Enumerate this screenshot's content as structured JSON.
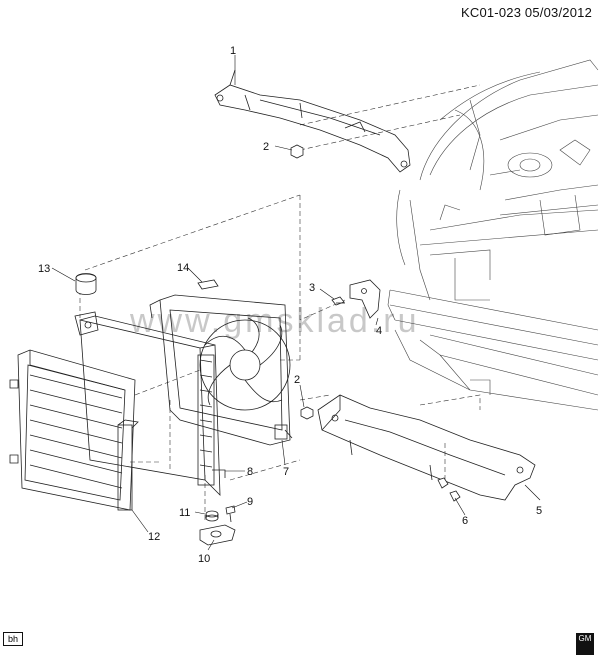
{
  "header": {
    "ref": "KC01-023  05/03/2012"
  },
  "watermark": "www.gmsklad.ru",
  "footer": {
    "badge": "bh",
    "logo": "GM"
  },
  "callouts": [
    "1",
    "2",
    "3",
    "4",
    "2",
    "5",
    "6",
    "7",
    "8",
    "9",
    "10",
    "11",
    "12",
    "13",
    "14"
  ]
}
